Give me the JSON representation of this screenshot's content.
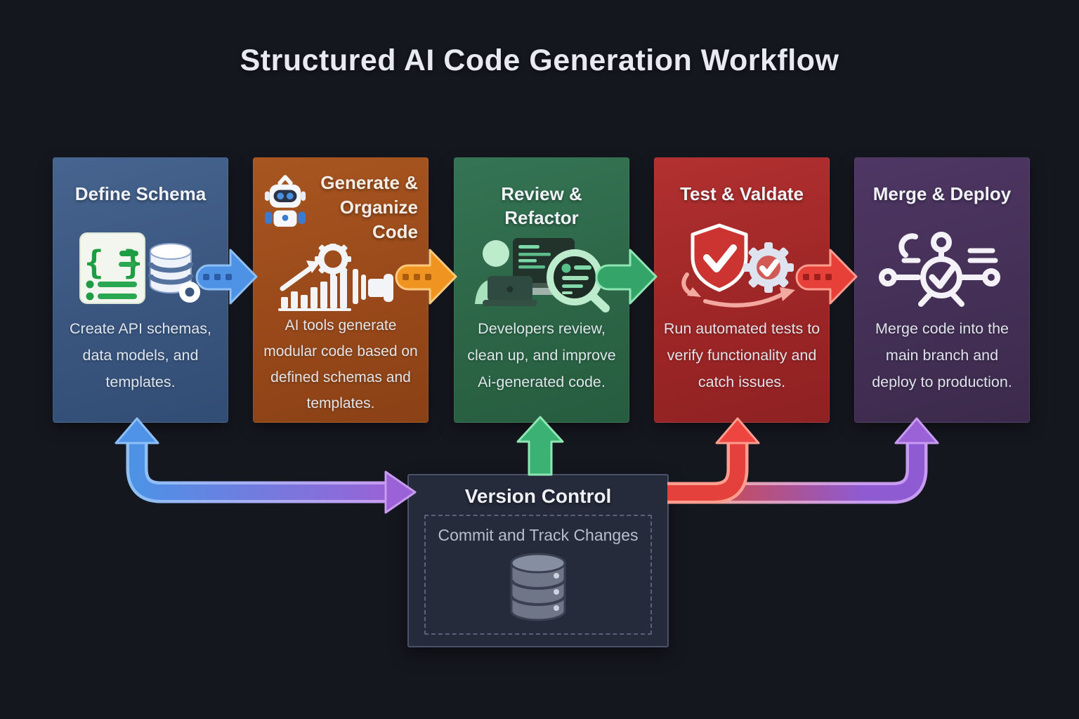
{
  "background": "#15171f",
  "page_title": "Structured AI Code Generation Workflow",
  "cards": [
    {
      "title": "Define Schema",
      "body": "Create API schemas, data models, and templates.",
      "color": "#3a567f",
      "icon": "schema-document-database-icon"
    },
    {
      "title": "Generate & Organize Code",
      "body": "AI tools generate modular code based on defined schemas and templates.",
      "color": "#99491a",
      "icon": "robot-icon + gear-chart-plug-icon"
    },
    {
      "title": "Review & Refactor",
      "body": "Developers review, clean up, and improve Ai-generated code.",
      "color": "#2c6647",
      "icon": "developer-laptop-magnifier-icon"
    },
    {
      "title": "Test & Valdate",
      "body": "Run automated tests to verify functionality and catch issues.",
      "color": "#9e2626",
      "icon": "shield-check-gear-icon"
    },
    {
      "title": "Merge & Deploy",
      "body": "Merge code into the main branch and deploy to production.",
      "color": "#443056",
      "icon": "merge-branch-check-icon"
    }
  ],
  "step_arrows": [
    {
      "from": "Define Schema",
      "to": "Generate & Organize Code",
      "color": "#4e92e6"
    },
    {
      "from": "Generate & Organize Code",
      "to": "Review & Refactor",
      "color": "#ef9420"
    },
    {
      "from": "Review & Refactor",
      "to": "Test & Valdate",
      "color": "#34a468"
    },
    {
      "from": "Test & Valdate",
      "to": "Merge & Deploy",
      "color": "#e74038"
    }
  ],
  "loop_arrows": {
    "define_schema_to_version_control": [
      "#4e92e6",
      "#9a62d6"
    ],
    "version_control_to_review": "#3bb273",
    "version_control_to_test": "#e4403c",
    "version_control_to_merge": [
      "#cf4a4a",
      "#8e5bd2"
    ]
  },
  "version_control": {
    "title": "Version Control",
    "subtitle": "Commit and Track Changes",
    "icon": "database-icon",
    "panel_color": "#262b3b"
  }
}
